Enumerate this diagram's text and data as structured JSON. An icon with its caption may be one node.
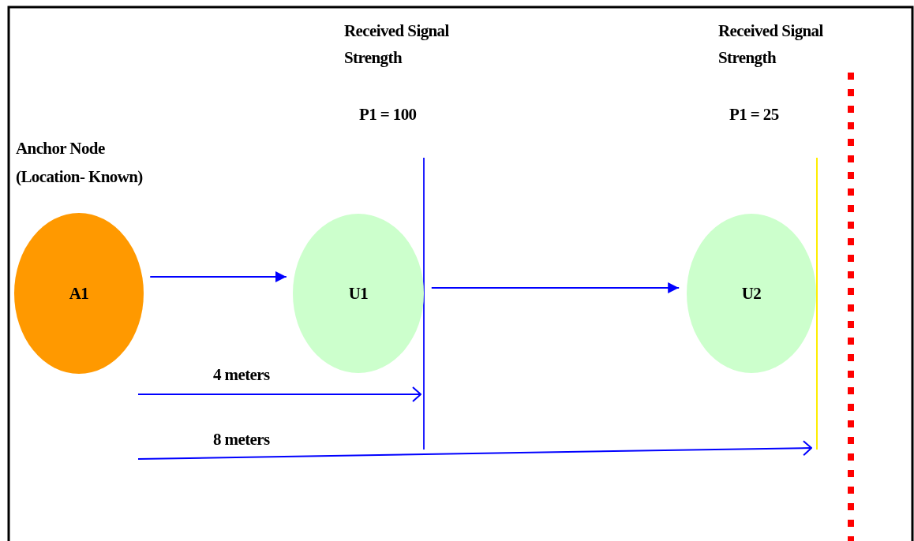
{
  "diagram": {
    "nodes": [
      {
        "text": [
          "A1"
        ],
        "beside": [
          "Anchor Node (Location- Known)"
        ]
      },
      {
        "text": [
          "U1"
        ]
      },
      {
        "text": [
          "U2"
        ]
      }
    ],
    "edges": [
      {
        "from": 0,
        "to": 1,
        "arrow": "to"
      },
      {
        "from": 1,
        "to": 2,
        "arrow": "to"
      }
    ],
    "labels": [
      "Received Signal Strength",
      "Received Signal Strength",
      "P1 = 100",
      "P1 = 25",
      "4 meters",
      "8 meters"
    ]
  }
}
